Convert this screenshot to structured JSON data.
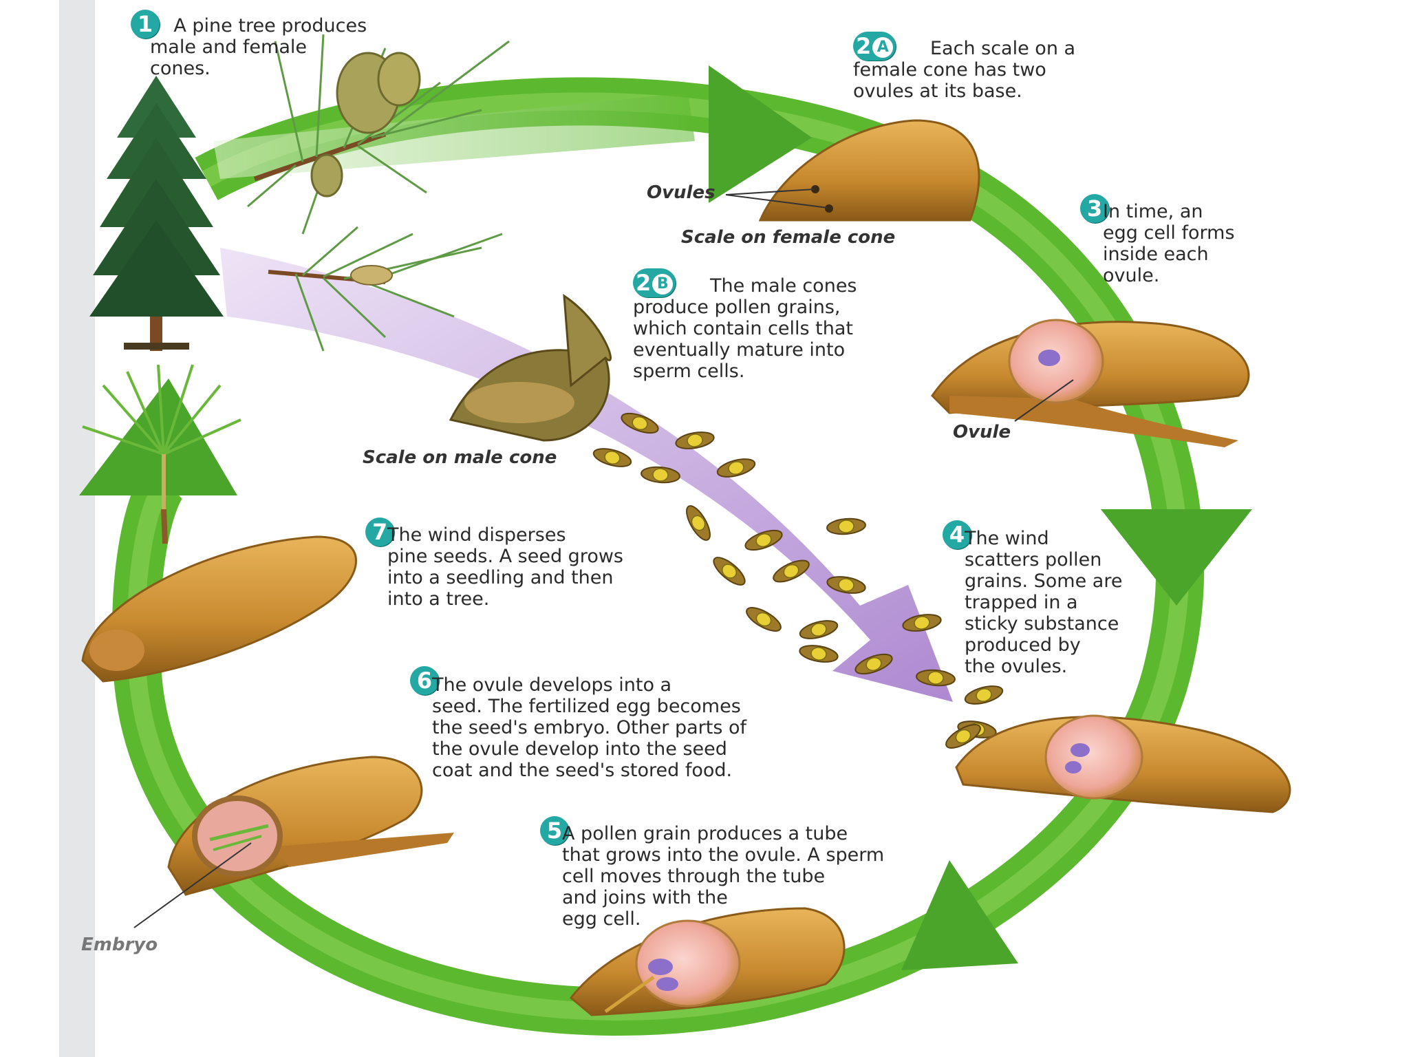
{
  "steps": [
    {
      "number": "1",
      "letter": "",
      "text": "A pine tree produces\nmale and female\ncones."
    },
    {
      "number": "2",
      "letter": "A",
      "text": "Each scale on a\nfemale cone has two\novules at its base."
    },
    {
      "number": "2",
      "letter": "B",
      "text": "The male cones\nproduce pollen grains,\nwhich contain cells that\neventually mature into\nsperm cells."
    },
    {
      "number": "3",
      "letter": "",
      "text": "In time, an\negg cell forms\ninside each\novule."
    },
    {
      "number": "4",
      "letter": "",
      "text": "The wind\nscatters pollen\ngrains. Some are\ntrapped in a\nsticky substance\nproduced by\nthe ovules."
    },
    {
      "number": "5",
      "letter": "",
      "text": "A pollen grain produces a tube\nthat grows into the ovule. A sperm\ncell moves through the tube\nand joins with the\negg cell."
    },
    {
      "number": "6",
      "letter": "",
      "text": "The ovule develops into a\nseed. The fertilized egg becomes\nthe seed's embryo. Other parts of\nthe ovule develop into the seed\ncoat and the seed's stored food."
    },
    {
      "number": "7",
      "letter": "",
      "text": "The wind disperses\npine seeds. A seed grows\ninto a seedling and then\ninto a tree."
    }
  ],
  "labels": {
    "ovules": "Ovules",
    "female_scale": "Scale on female cone",
    "male_scale": "Scale on male cone",
    "ovule": "Ovule",
    "embryo": "Embryo"
  },
  "colors": {
    "cycle_arrow": "#5cb82e",
    "pollen_arrow": "#b58ad8",
    "scale": "#d49a3a",
    "badge": "#23a8a3"
  }
}
